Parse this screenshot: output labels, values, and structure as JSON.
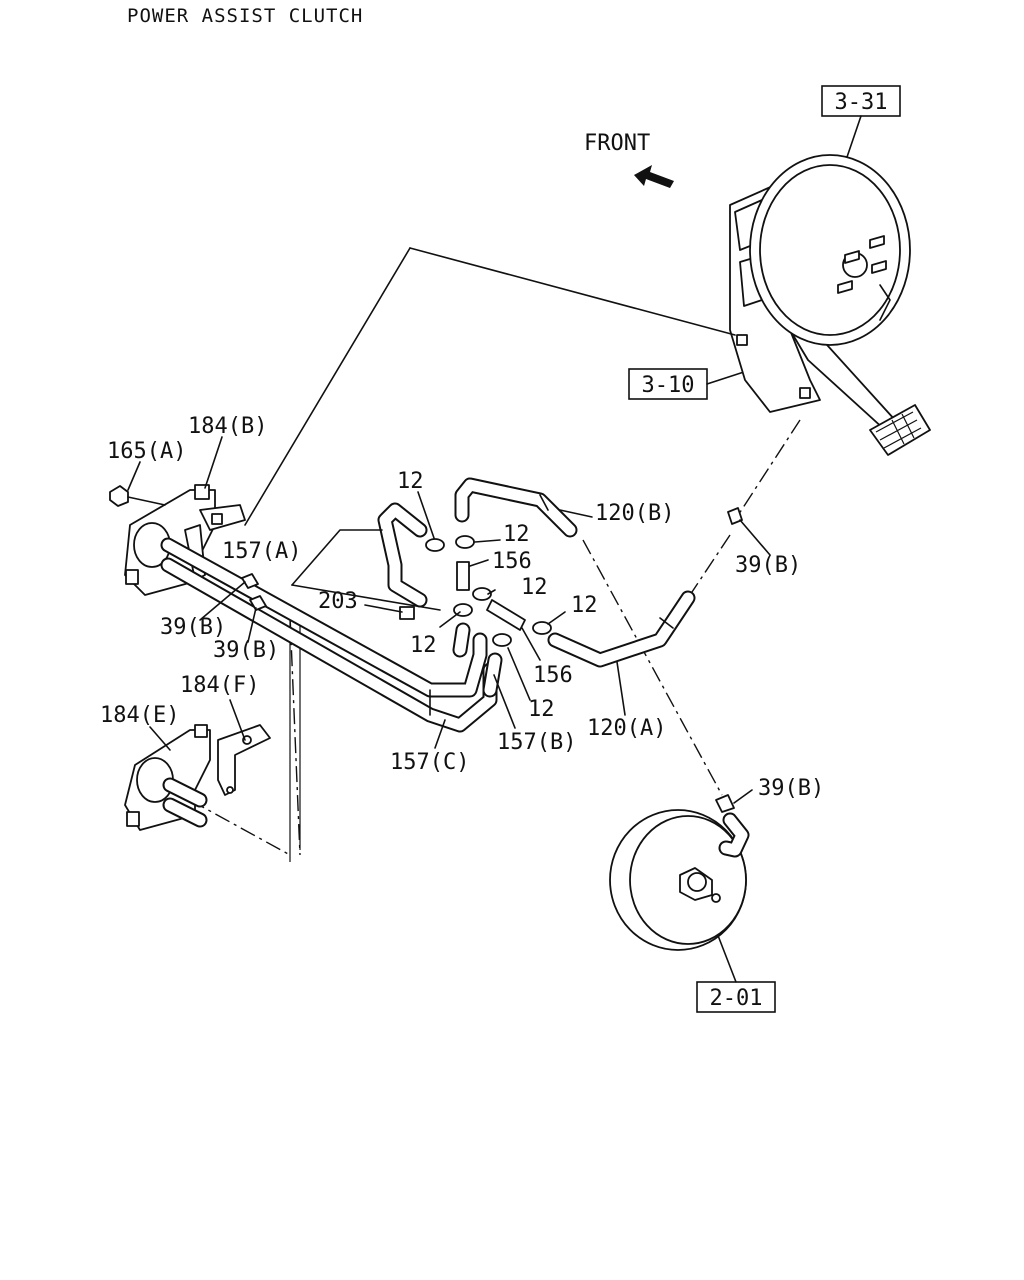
{
  "title": "POWER ASSIST CLUTCH",
  "front_label": "FRONT",
  "ref_boxes": {
    "clutch_pedal_assembly": "3-31",
    "pedal_bracket": "3-10",
    "booster": "2-01"
  },
  "callouts": {
    "bolt": "165(A)",
    "bracket_b": "184(B)",
    "bracket_e": "184(E)",
    "bracket_f": "184(F)",
    "clip_1": "39(B)",
    "clip_2": "39(B)",
    "clip_3": "39(B)",
    "clip_4": "39(B)",
    "pipe_a": "157(A)",
    "pipe_b": "157(B)",
    "pipe_c": "157(C)",
    "screw": "203",
    "hose_a": "120(A)",
    "hose_b": "120(B)",
    "connector_1": "156",
    "connector_2": "156",
    "clamp_1": "12",
    "clamp_2": "12",
    "clamp_3": "12",
    "clamp_4": "12",
    "clamp_5": "12",
    "clamp_6": "12"
  },
  "colors": {
    "ink": "#111111",
    "paper": "#ffffff"
  }
}
